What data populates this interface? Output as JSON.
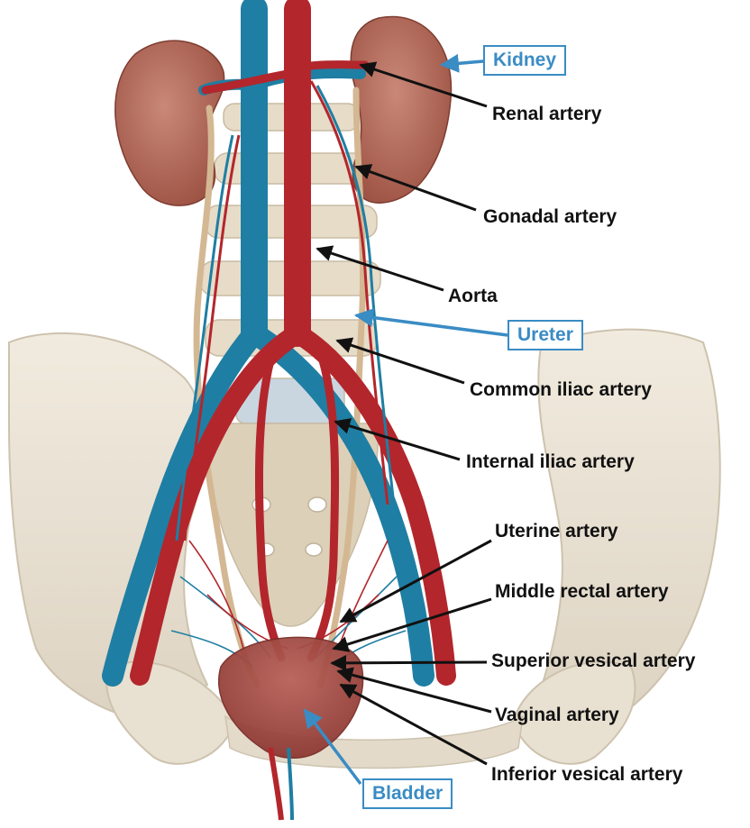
{
  "colors": {
    "artery": "#b3262c",
    "vein": "#1f7ea3",
    "bone": "#ece4d6",
    "kidney": "#b86b5a",
    "ureter": "#d3b893",
    "bladder": "#a7453e",
    "label_text": "#111111",
    "box_blue": "#3a8cc4"
  },
  "boxed_labels": {
    "kidney": "Kidney",
    "ureter": "Ureter",
    "bladder": "Bladder"
  },
  "labels": {
    "renal_artery": "Renal artery",
    "gonadal_artery": "Gonadal artery",
    "aorta": "Aorta",
    "common_iliac": "Common iliac artery",
    "internal_iliac": "Internal iliac artery",
    "uterine": "Uterine artery",
    "middle_rectal": "Middle rectal artery",
    "superior_vesical": "Superior vesical artery",
    "vaginal": "Vaginal artery",
    "inferior_vesical": "Inferior vesical artery"
  }
}
